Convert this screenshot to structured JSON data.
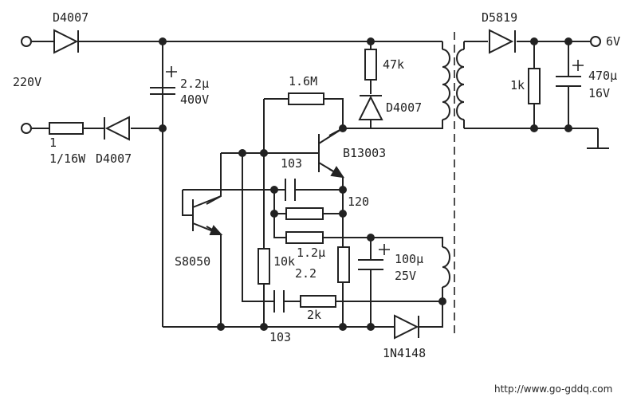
{
  "labels": {
    "d1": "D4007",
    "ac": "220V",
    "c1_val": "2.2μ",
    "c1_v": "400V",
    "fuse_r": "1",
    "fuse_w": "1/16W",
    "d2": "D4007",
    "r_47k": "47k",
    "d3": "D4007",
    "r_16m": "1.6M",
    "q1": "B13003",
    "c_103a": "103",
    "r_120": "120",
    "q2": "S8050",
    "r_10k": "10k",
    "c_12u": "1.2μ",
    "r_22": "2.2",
    "c2_val": "100μ",
    "c2_v": "25V",
    "r_2k": "2k",
    "c_103b": "103",
    "d4": "1N4148",
    "d5": "D5819",
    "out": "6V",
    "r_1k": "1k",
    "c3_val": "470μ",
    "c3_v": "16V",
    "url": "http://www.go-gddq.com"
  }
}
